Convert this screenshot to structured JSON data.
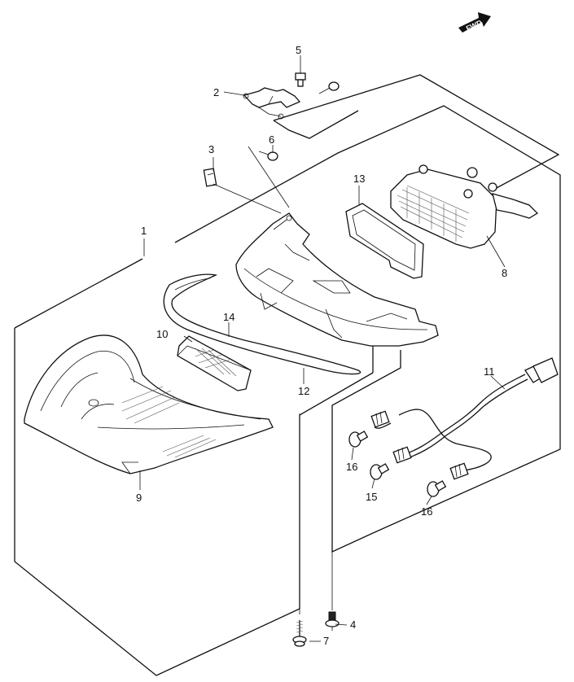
{
  "diagram": {
    "fwd_badge": "FWD",
    "callouts": [
      {
        "id": "c1",
        "label": "1"
      },
      {
        "id": "c2",
        "label": "2"
      },
      {
        "id": "c3",
        "label": "3"
      },
      {
        "id": "c4",
        "label": "4"
      },
      {
        "id": "c5",
        "label": "5"
      },
      {
        "id": "c6",
        "label": "6"
      },
      {
        "id": "c7",
        "label": "7"
      },
      {
        "id": "c8",
        "label": "8"
      },
      {
        "id": "c9",
        "label": "9"
      },
      {
        "id": "c10",
        "label": "10"
      },
      {
        "id": "c11",
        "label": "11"
      },
      {
        "id": "c12",
        "label": "12"
      },
      {
        "id": "c13",
        "label": "13"
      },
      {
        "id": "c14",
        "label": "14"
      },
      {
        "id": "c15",
        "label": "15"
      },
      {
        "id": "c16a",
        "label": "16"
      },
      {
        "id": "c16b",
        "label": "16"
      }
    ]
  }
}
